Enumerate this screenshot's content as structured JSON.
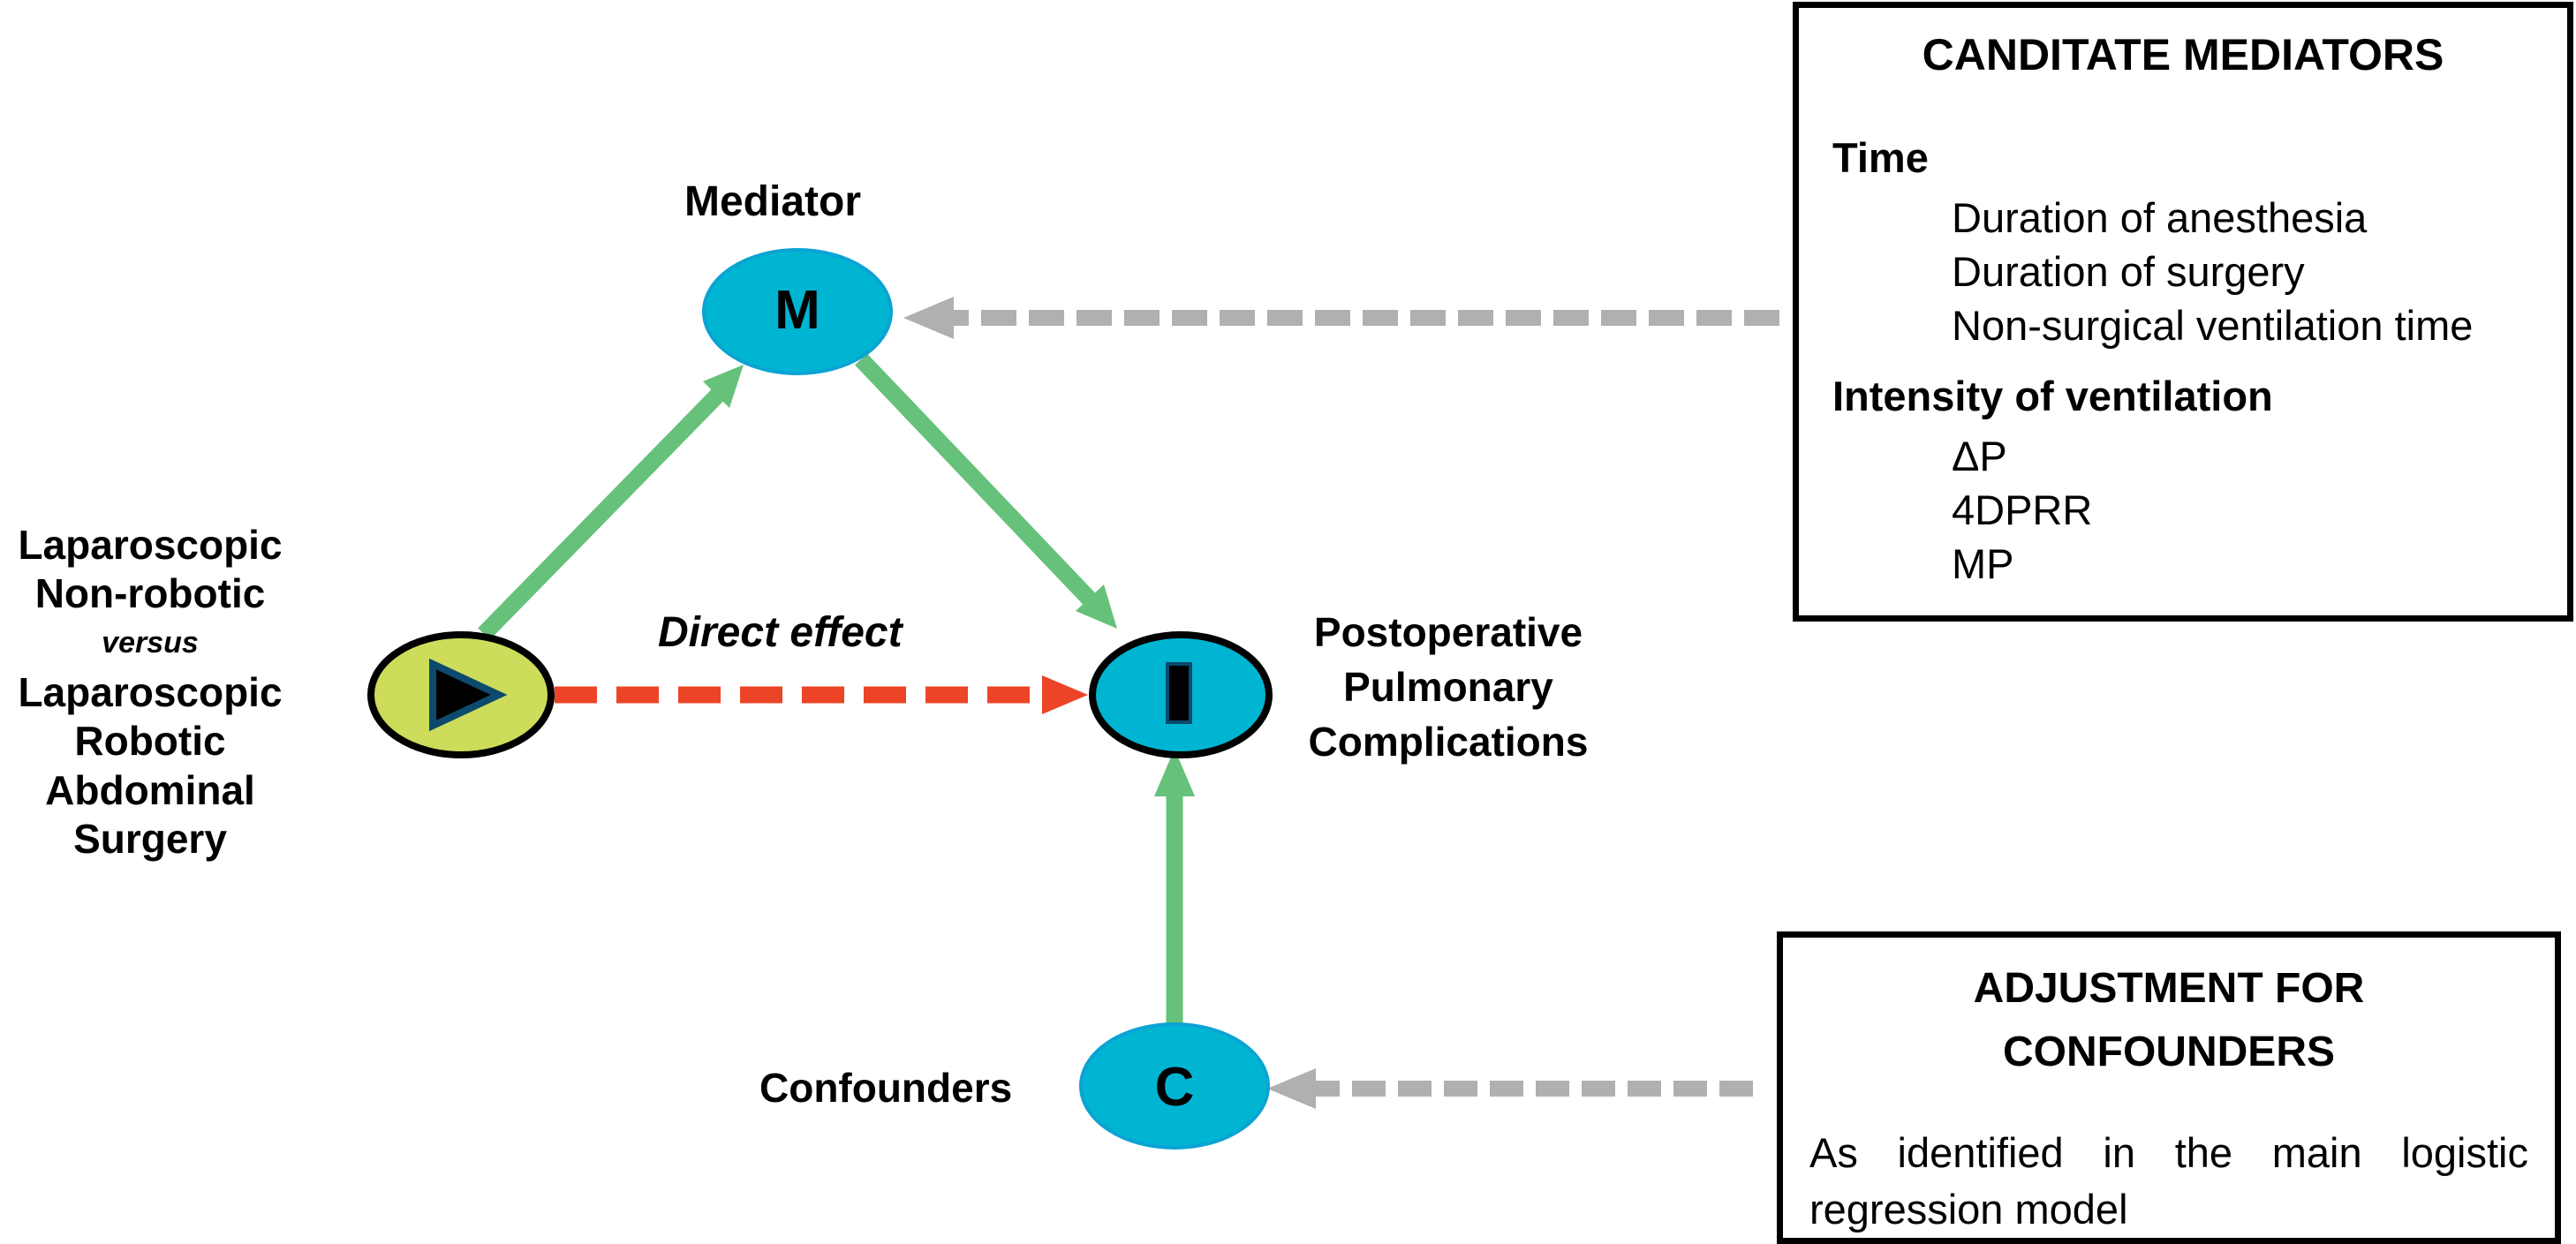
{
  "colors": {
    "node_blue": "#00b5d1",
    "node_blue_edge": "#0aa3d4",
    "exposure_fill": "#cddc5a",
    "path_green": "#66c17a",
    "direct_red": "#ec4427",
    "pointer_gray": "#b0b0b0",
    "outline": "#000000",
    "play_triangle_border": "#0d4a6e"
  },
  "exposure": {
    "line1": "Laparoscopic",
    "line2": "Non-robotic",
    "versus": "versus",
    "line3": "Laparoscopic",
    "line4": "Robotic",
    "line5": "Abdominal",
    "line6": "Surgery",
    "icon": "play-triangle-icon"
  },
  "nodes": {
    "mediator": {
      "letter": "M",
      "label": "Mediator"
    },
    "outcome": {
      "letter": "I",
      "label_lines": [
        "Postoperative",
        "Pulmonary",
        "Complications"
      ]
    },
    "confounder": {
      "letter": "C",
      "label": "Confounders"
    }
  },
  "edges": {
    "direct_effect_label": "Direct effect"
  },
  "mediators_box": {
    "title": "CANDITATE MEDIATORS",
    "groups": [
      {
        "title": "Time",
        "items": [
          "Duration of anesthesia",
          "Duration of surgery",
          "Non-surgical ventilation time"
        ]
      },
      {
        "title": "Intensity of ventilation",
        "items": [
          "ΔP",
          "4DPRR",
          "MP"
        ]
      }
    ]
  },
  "confounders_box": {
    "title_line1": "ADJUSTMENT FOR",
    "title_line2": "CONFOUNDERS",
    "text": "As identified in the main logistic regression model"
  }
}
